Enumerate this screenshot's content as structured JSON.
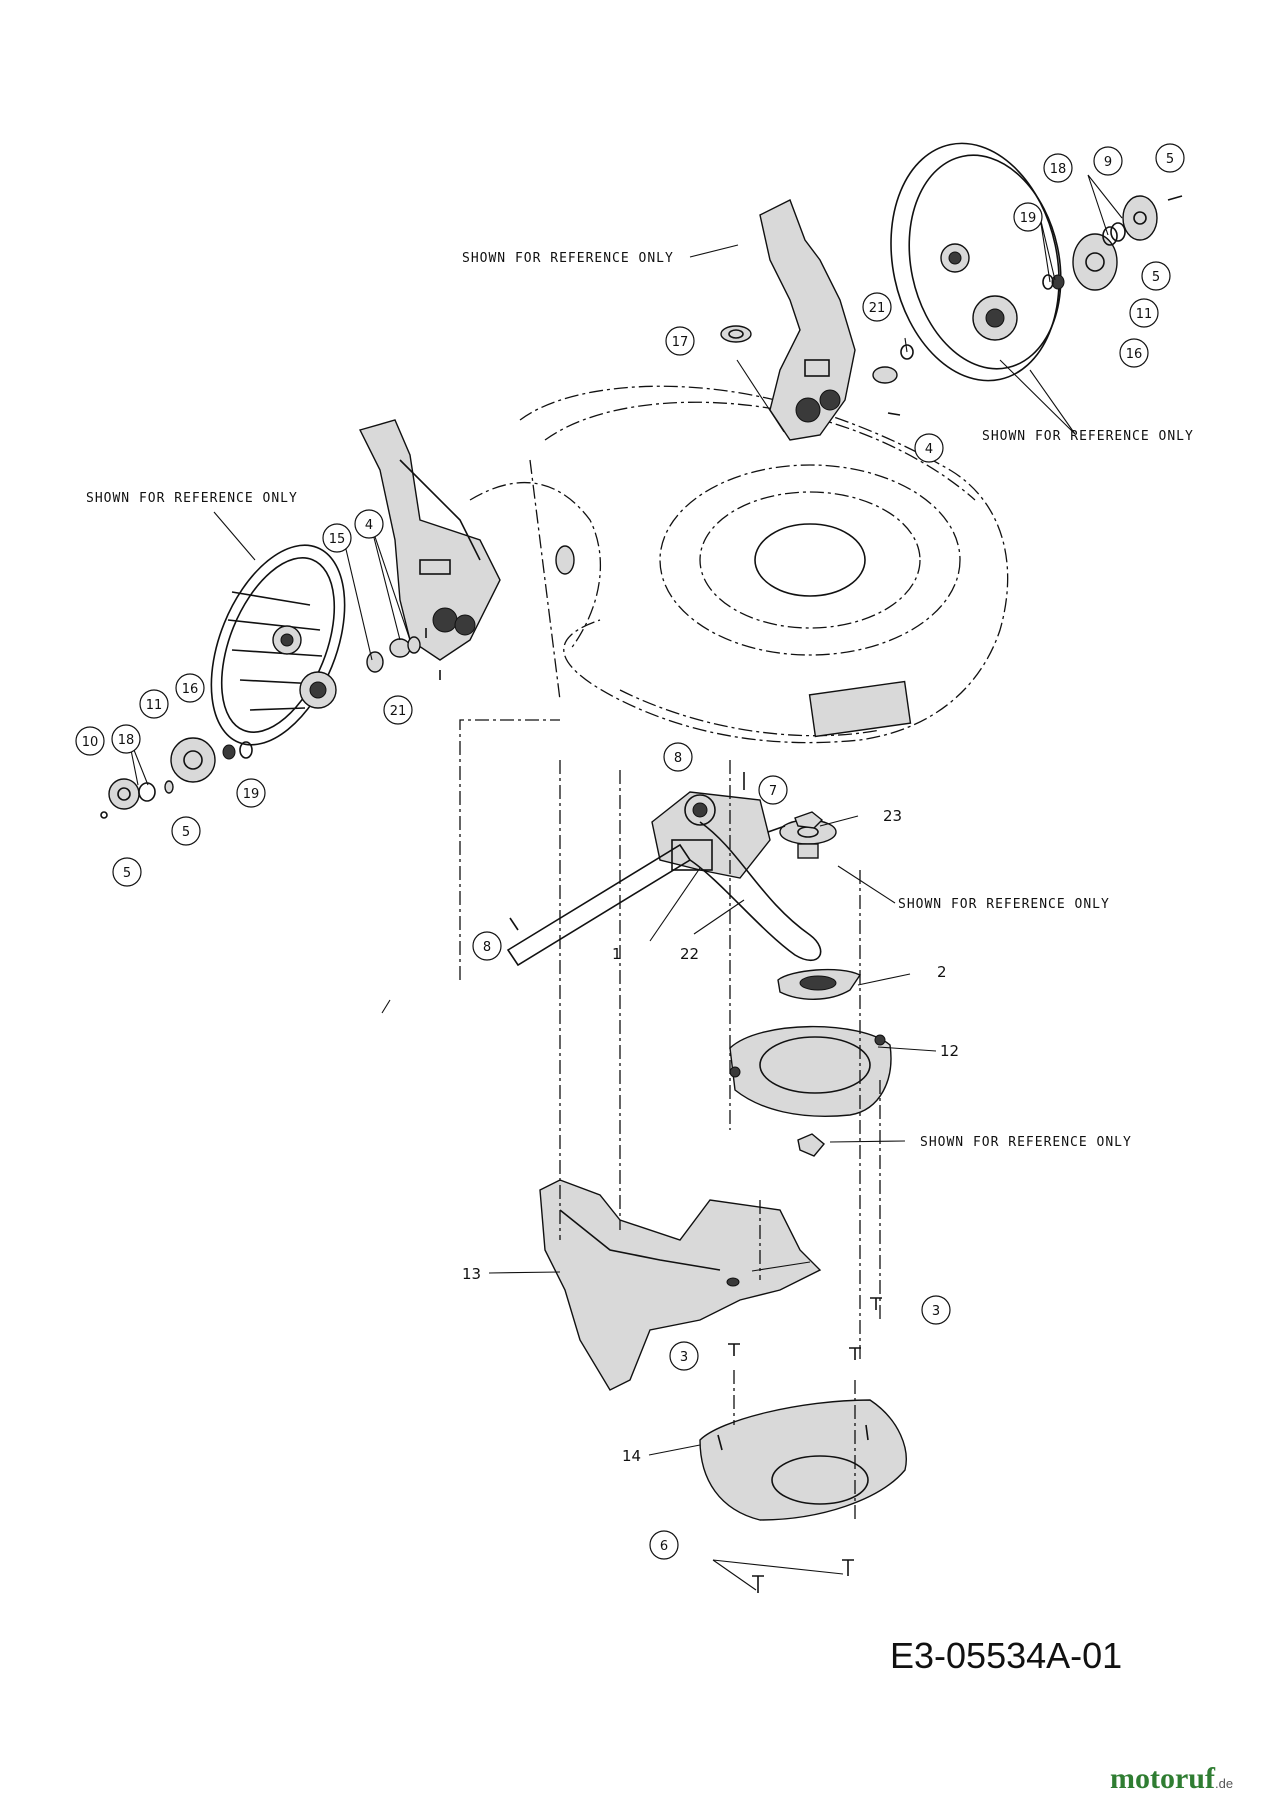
{
  "diagram": {
    "reference_note": "SHOWN FOR REFERENCE ONLY",
    "drawing_code": "E3-05534A-01",
    "watermark": {
      "main": "motoruf",
      "suffix": ".de",
      "colors": [
        "#2f7d32",
        "#d62828",
        "#f2a900",
        "#1f5fbf"
      ]
    },
    "callouts": [
      "1",
      "2",
      "3",
      "4",
      "5",
      "6",
      "7",
      "8",
      "9",
      "10",
      "11",
      "12",
      "13",
      "14",
      "15",
      "16",
      "17",
      "18",
      "19",
      "21",
      "22",
      "23"
    ]
  }
}
